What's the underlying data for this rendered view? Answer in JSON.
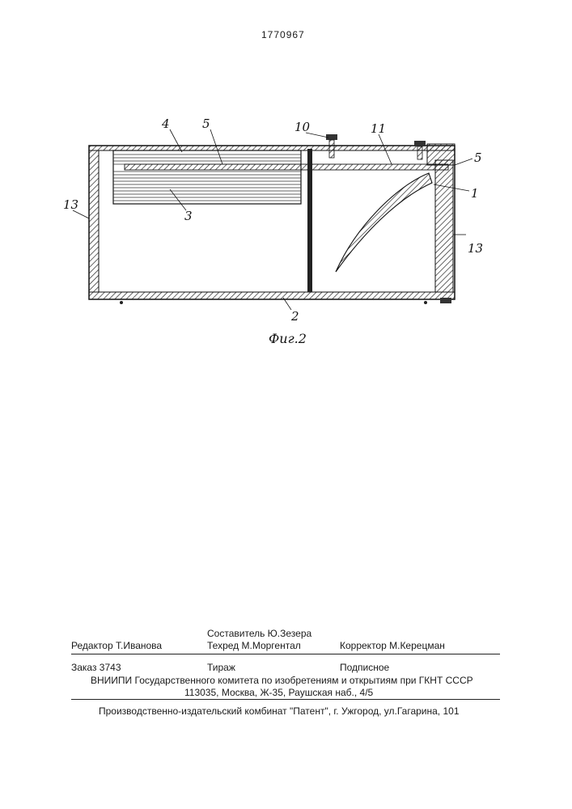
{
  "header": {
    "patent_number": "1770967"
  },
  "figure": {
    "caption": "Фиг.2",
    "labels": {
      "l4": "4",
      "l5a": "5",
      "l10": "10",
      "l11": "11",
      "l5b": "5",
      "l1": "1",
      "l13a": "13",
      "l3": "3",
      "l13b": "13",
      "l2": "2"
    }
  },
  "footer": {
    "composer": "Составитель Ю.Зезера",
    "editor": "Редактор Т.Иванова",
    "techred": "Техред М.Моргентал",
    "corrector": "Корректор М.Керецман",
    "order": "Заказ 3743",
    "circulation": "Тираж",
    "subscription": "Подписное",
    "institute": "ВНИИПИ Государственного комитета по изобретениям и открытиям при ГКНТ СССР",
    "address": "113035, Москва, Ж-35, Раушская наб., 4/5",
    "publisher": "Производственно-издательский комбинат \"Патент\", г. Ужгород, ул.Гагарина, 101"
  }
}
